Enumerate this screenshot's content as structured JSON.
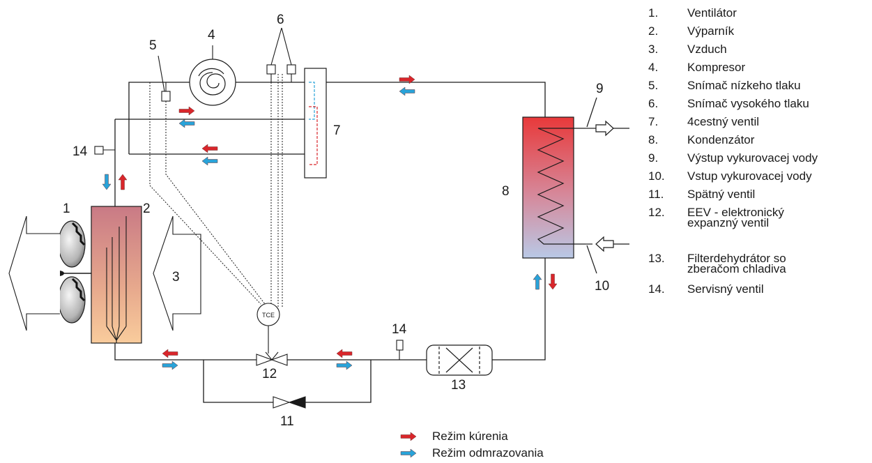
{
  "legend": [
    {
      "num": "1.",
      "text": "Ventilátor"
    },
    {
      "num": "2.",
      "text": "Výparník"
    },
    {
      "num": "3.",
      "text": "Vzduch"
    },
    {
      "num": "4.",
      "text": "Kompresor"
    },
    {
      "num": "5.",
      "text": "Snímač nízkeho tlaku"
    },
    {
      "num": "6.",
      "text": "Snímač vysokého tlaku"
    },
    {
      "num": "7.",
      "text": "4cestný ventil"
    },
    {
      "num": "8.",
      "text": "Kondenzátor"
    },
    {
      "num": "9.",
      "text": "Výstup vykurovacej vody"
    },
    {
      "num": "10.",
      "text": "Vstup vykurovacej vody"
    },
    {
      "num": "11.",
      "text": "Spätný ventil"
    },
    {
      "num": "12.",
      "text": "EEV - elektronický",
      "text2": "expanzný ventil"
    },
    {
      "num": "13.",
      "text": "Filterdehydrátor so",
      "text2": "zberačom chladiva"
    },
    {
      "num": "14.",
      "text": "Servisný ventil"
    }
  ],
  "labels": {
    "n1": "1",
    "n2": "2",
    "n3": "3",
    "n4": "4",
    "n5": "5",
    "n6": "6",
    "n7": "7",
    "n8": "8",
    "n9": "9",
    "n10": "10",
    "n11": "11",
    "n12": "12",
    "n13": "13",
    "n14a": "14",
    "n14b": "14",
    "tce": "TCE"
  },
  "modes": {
    "heating": "Režim kúrenia",
    "defrost": "Režim odmrazovania"
  },
  "colors": {
    "heating_arrow": "#d9262b",
    "defrost_arrow": "#29a3d9",
    "condenser_top": "#e8393a",
    "condenser_bottom": "#b9c9e6",
    "evaporator_top": "#c97a85",
    "evaporator_bottom": "#f7c79a"
  }
}
